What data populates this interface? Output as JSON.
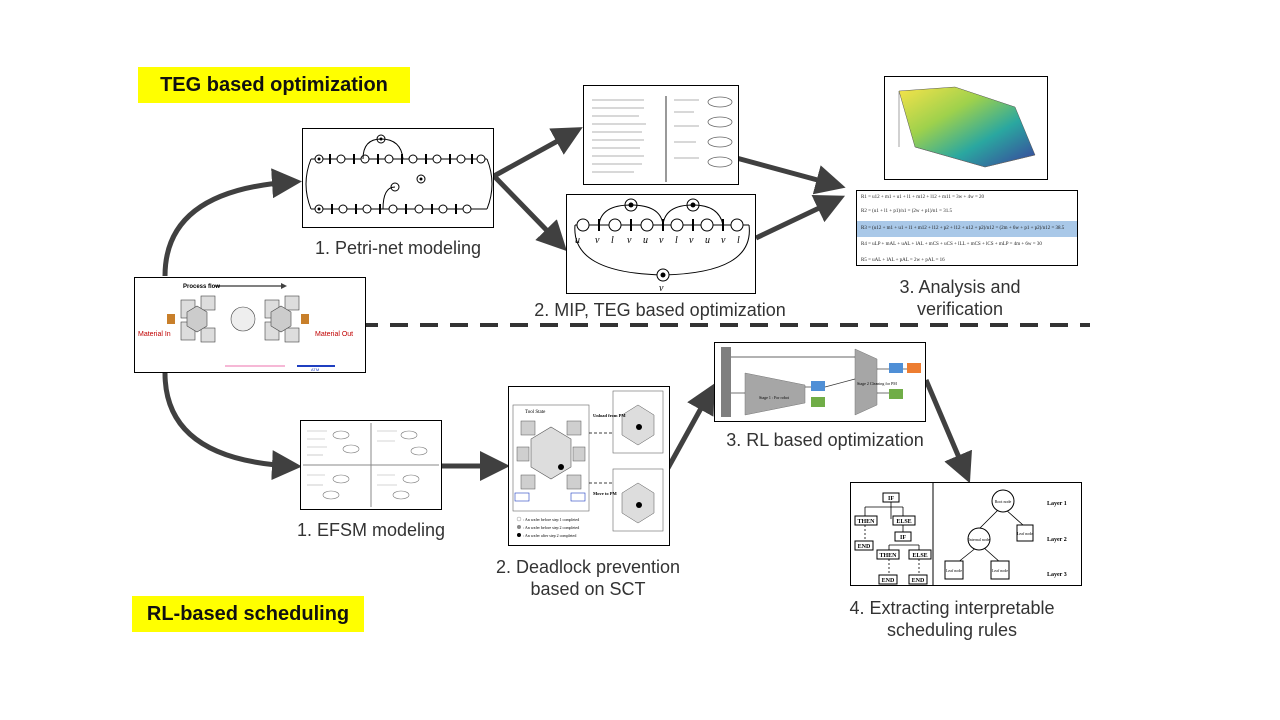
{
  "headers": {
    "teg": "TEG based optimization",
    "rl": "RL-based scheduling"
  },
  "captions": {
    "petri": "1. Petri-net modeling",
    "mip": "2. MIP, TEG based optimization",
    "analysis_l1": "3. Analysis and",
    "analysis_l2": "verification",
    "efsm": "1. EFSM modeling",
    "deadlock_l1": "2. Deadlock prevention",
    "deadlock_l2": "based on SCT",
    "rlopt": "3. RL based optimization",
    "rules_l1": "4. Extracting interpretable",
    "rules_l2": "scheduling rules"
  },
  "process": {
    "title": "Process flow",
    "material_in": "Material In",
    "material_out": "Material Out",
    "atm": "ATM"
  },
  "tree": {
    "if": "IF",
    "then": "THEN",
    "else": "ELSE",
    "end": "END",
    "root": "Root node",
    "internal": "Internal node",
    "leaf": "Leaf node",
    "layer1": "Layer 1",
    "layer2": "Layer 2",
    "layer3": "Layer 3"
  },
  "rl": {
    "stage1": "Stage 1 : For robot",
    "stage2": "Stage 2 Cleaning for PM"
  },
  "sct": {
    "tool_state": "Tool State",
    "unload": "Unload from PM",
    "move": "Move to PM",
    "legend1": ": An wafer before step 1 completed",
    "legend2": ": An wafer before step 2 completed",
    "legend3": ": An wafer after step 2 completed"
  },
  "equations": {
    "r1": "R1 = u12 + m1 + u1 + l1 + m12 + l12 + m11 = 3w + 4w = 20",
    "r2": "R2 = (u1 + l1 + p1)/n1 = (2w + p1)/n1 = 31.5",
    "r3": "R3 = (u12 + m1 + u1 + l1 + m12 + l12 + p2 + l12 + u12 + p2)/n12 = (2m + 6w + p1 + p2)/n12 = 38.5",
    "r4": "R4 = uLP + mAL + uAL + lAL + mCS + uCS + lLL + mCS + lCS + mLP = 4m + 6w = 30",
    "r5": "R5 = uAL + lAL + pAL = 2w + pAL = 16"
  },
  "colors": {
    "highlight": "#ffff00",
    "arrow": "#404040",
    "eq_highlight": "#a9c8e8"
  }
}
